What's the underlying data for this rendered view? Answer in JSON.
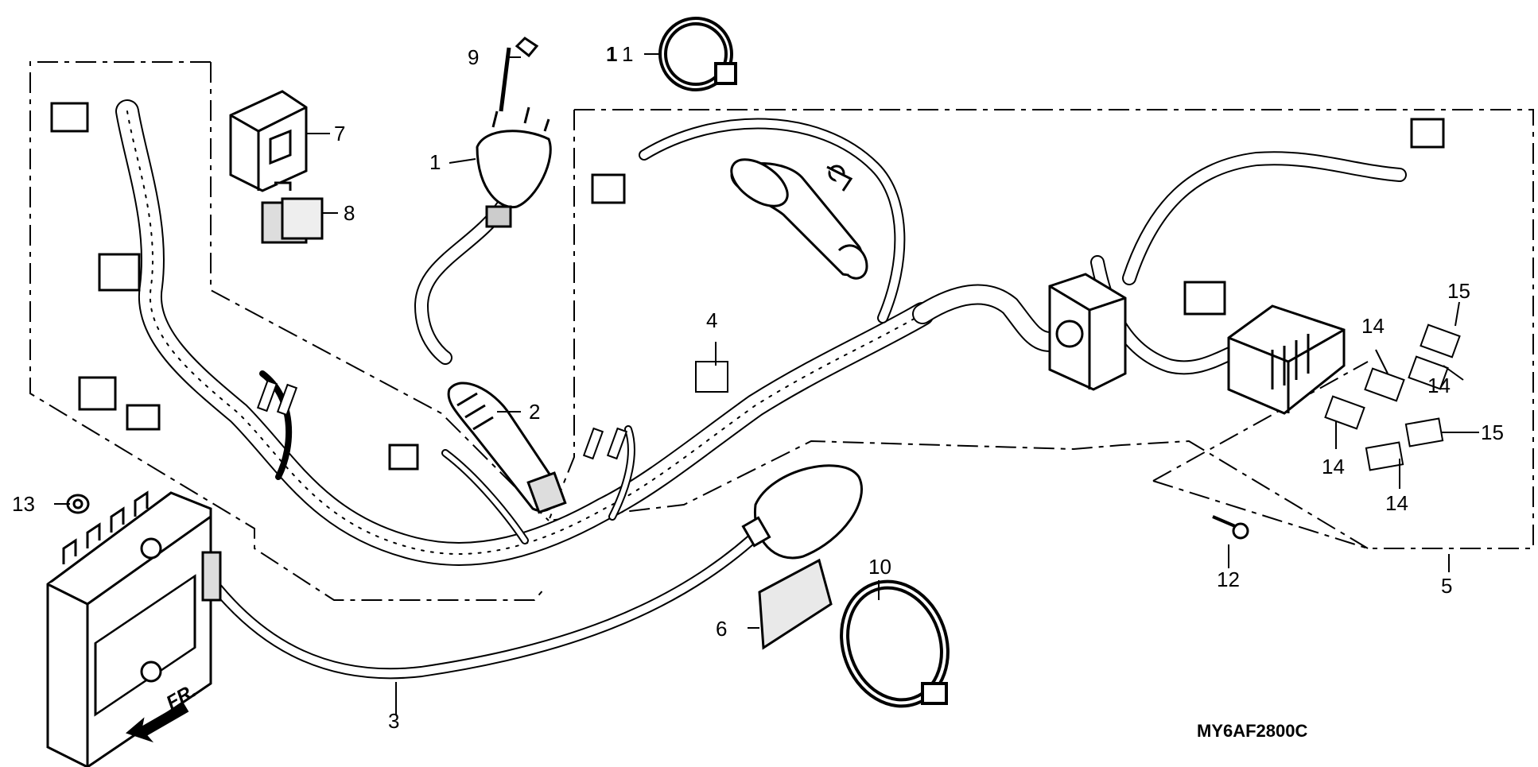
{
  "diagram": {
    "drawing_code": "MY6AF2800C",
    "direction_marker": "FR.",
    "callouts": [
      {
        "id": "c1",
        "text": "1"
      },
      {
        "id": "c2",
        "text": "2"
      },
      {
        "id": "c3",
        "text": "3"
      },
      {
        "id": "c4",
        "text": "4"
      },
      {
        "id": "c5",
        "text": "5"
      },
      {
        "id": "c6",
        "text": "6"
      },
      {
        "id": "c7",
        "text": "7"
      },
      {
        "id": "c8",
        "text": "8"
      },
      {
        "id": "c9",
        "text": "9"
      },
      {
        "id": "c10",
        "text": "10"
      },
      {
        "id": "c11a",
        "text": "1"
      },
      {
        "id": "c11b",
        "text": "1"
      },
      {
        "id": "c12",
        "text": "12"
      },
      {
        "id": "c13",
        "text": "13"
      },
      {
        "id": "c14a",
        "text": "14"
      },
      {
        "id": "c14b",
        "text": "14"
      },
      {
        "id": "c14c",
        "text": "14"
      },
      {
        "id": "c14d",
        "text": "14"
      },
      {
        "id": "c15a",
        "text": "15"
      },
      {
        "id": "c15b",
        "text": "15"
      }
    ]
  }
}
